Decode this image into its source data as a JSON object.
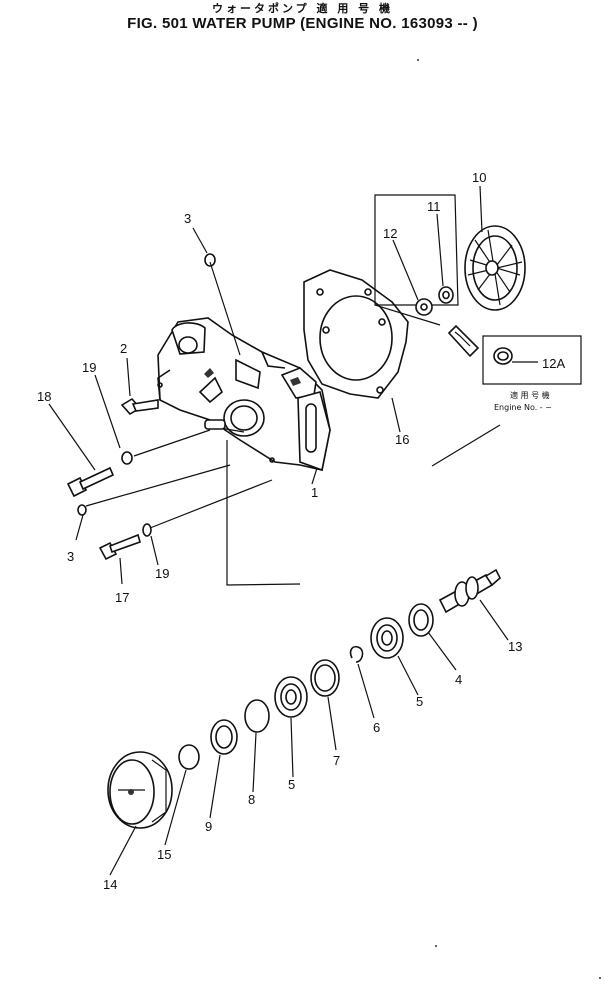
{
  "header": {
    "title_jp": "ウォータポンプ 適 用 号 機",
    "title_en": "FIG. 501  WATER PUMP (ENGINE NO. 163093 --  )"
  },
  "callouts": {
    "p1": "1",
    "p2": "2",
    "p3a": "3",
    "p3b": "3",
    "p4": "4",
    "p5a": "5",
    "p5b": "5",
    "p6": "6",
    "p7": "7",
    "p8": "8",
    "p9": "9",
    "p10": "10",
    "p11": "11",
    "p12": "12",
    "p12a": "12A",
    "p13": "13",
    "p14": "14",
    "p15": "15",
    "p16": "16",
    "p17": "17",
    "p18": "18",
    "p19a": "19",
    "p19b": "19"
  },
  "applicability": {
    "jp": "適 用 号 機",
    "en": "Engine No. - ~"
  }
}
